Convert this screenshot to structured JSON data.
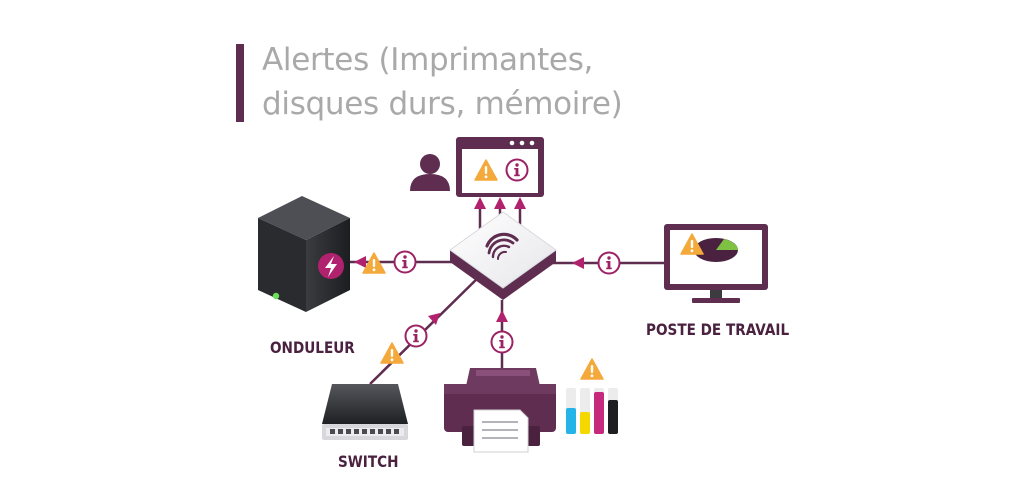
{
  "title": {
    "line1": "Alertes (Imprimantes,",
    "line2": "disques durs, mémoire)"
  },
  "nodes": {
    "ups": "ONDULEUR",
    "workstation": "POSTE DE TRAVAIL",
    "switch": "SWITCH"
  },
  "icons": {
    "warning": "warning-triangle-icon",
    "info": "info-circle-icon",
    "user": "user-icon",
    "lightning": "lightning-icon"
  },
  "colors": {
    "brand": "#5e2d4f",
    "accent": "#b0226e",
    "warning": "#f4a93b",
    "title_grey": "#a9a9a9"
  }
}
